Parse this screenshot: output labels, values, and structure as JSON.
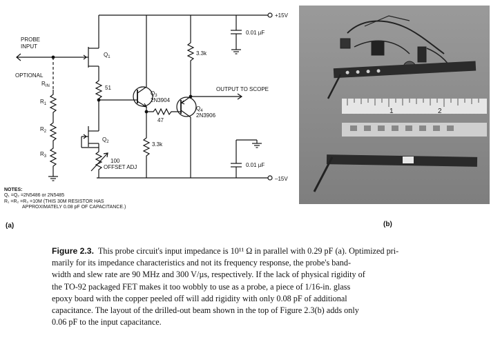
{
  "schematic": {
    "probe_input": [
      "PROBE",
      "INPUT"
    ],
    "optional": "OPTIONAL",
    "rin": "R",
    "rin_sub": "IN",
    "r1": "R",
    "r1_sub": "1",
    "r2": "R",
    "r2_sub": "2",
    "r3": "R",
    "r3_sub": "3",
    "q1": "Q",
    "q1_sub": "1",
    "q2": "Q",
    "q2_sub": "2",
    "q3": "Q",
    "q3_sub": "3",
    "q3_part": "2N3904",
    "q4": "Q",
    "q4_sub": "4",
    "q4_part": "2N3906",
    "r51": "51",
    "r47": "47",
    "r33k_top": "3.3k",
    "r33k_bottom": "3.3k",
    "pot_value": "100",
    "pot_label": "OFFSET ADJ",
    "cap_top": "0.01 µF",
    "cap_bottom": "0.01 µF",
    "vplus": "+15V",
    "vminus": "–15V",
    "output": "OUTPUT TO SCOPE"
  },
  "notes": {
    "heading": "NOTES:",
    "line1": "Q₁ =Q₂ =2N5486 or 2N5485",
    "line2": "R₁ =R₂ =R₃ =10M (THIS 30M RESISTOR HAS",
    "line3": "APPROXIMATELY 0.08 pF OF CAPACITANCE.)"
  },
  "panel_labels": {
    "a": "(a)",
    "b": "(b)"
  },
  "photo": {
    "ruler_numbers": [
      "1",
      "2"
    ]
  },
  "caption": {
    "figure": "Figure 2.3.",
    "lines": [
      "This probe circuit's input impedance is 10¹¹ Ω in parallel with 0.29 pF (a). Optimized pri-",
      "marily for its impedance characteristics and not its frequency response, the probe's band-",
      "width and slew rate are 90 MHz and 300 V/µs, respectively. If the lack of physical rigidity of",
      "the TO-92 packaged FET makes it too wobbly to use as a probe, a piece of 1/16-in. glass",
      "epoxy board with the copper peeled off will add rigidity with only 0.08 pF of additional",
      "capacitance. The layout of the drilled-out beam shown in the top of Figure 2.3(b) adds only",
      "0.06 pF to the input capacitance."
    ]
  }
}
